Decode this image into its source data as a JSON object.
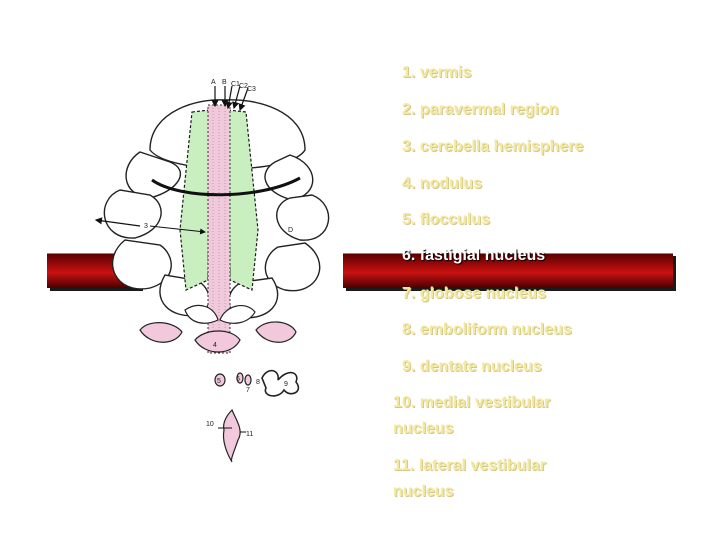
{
  "diagram": {
    "labels": {
      "a": "A",
      "b": "B",
      "c1": "C1",
      "c2": "C2",
      "c3": "C3",
      "three": "3",
      "d": "D",
      "four": "4",
      "five": "5",
      "six": "6",
      "seven": "7",
      "eight": "8",
      "nine": "9",
      "ten": "10",
      "eleven": "11"
    }
  },
  "legend": {
    "items": [
      "1. vermis",
      "2. paravermal region",
      "3. cerebella hemisphere",
      "4. nodulus",
      "5. flocculus",
      "6. fastigial nucleus",
      "7. globose nucleus",
      "8. emboliform nucleus",
      "9. dentate nucleus",
      "10. medial vestibular nucleus",
      "11. lateral vestibular nucleus"
    ]
  },
  "colors": {
    "vermis": "#f1c8dc",
    "paravermal": "#c9efc1",
    "bar": "#b80d0d",
    "legend_text": "#f3e9a2"
  }
}
